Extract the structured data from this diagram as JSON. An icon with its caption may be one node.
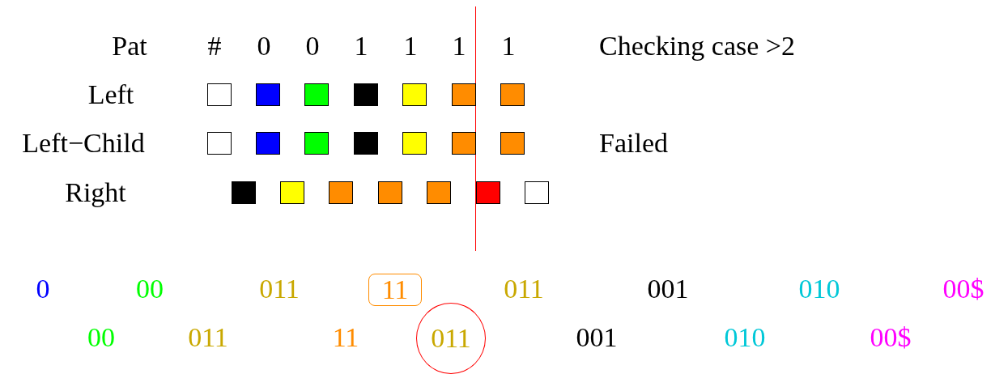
{
  "diagram": {
    "nodes": [
      {
        "text": [
          "11"
        ]
      },
      {
        "text": [
          "011"
        ]
      }
    ],
    "labels": [
      "Pat",
      "#",
      "0",
      "0",
      "1",
      "1",
      "1",
      "1",
      "Checking case >2",
      "Left",
      "Left−Child",
      "Failed",
      "Right",
      "0",
      "00",
      "011",
      "011",
      "001",
      "010",
      "00$",
      "00",
      "011",
      "11",
      "001",
      "010",
      "00$"
    ]
  }
}
